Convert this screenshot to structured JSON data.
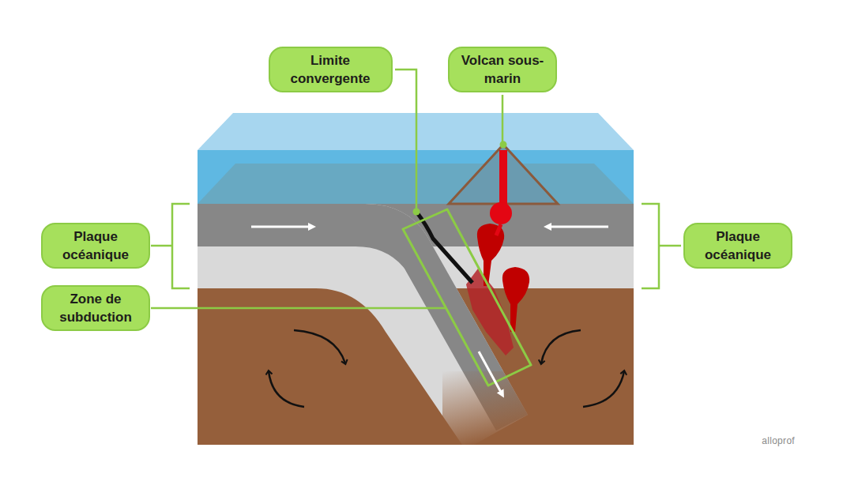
{
  "diagram": {
    "nodes": [
      {
        "text": [
          "Limite convergente"
        ]
      },
      {
        "text": [
          "Volcan sous-marin"
        ]
      },
      {
        "text": [
          "Plaque océanique"
        ]
      },
      {
        "text": [
          "Plaque océanique"
        ]
      },
      {
        "text": [
          "Zone de subduction"
        ]
      }
    ],
    "labels": [
      "alloprof"
    ]
  }
}
